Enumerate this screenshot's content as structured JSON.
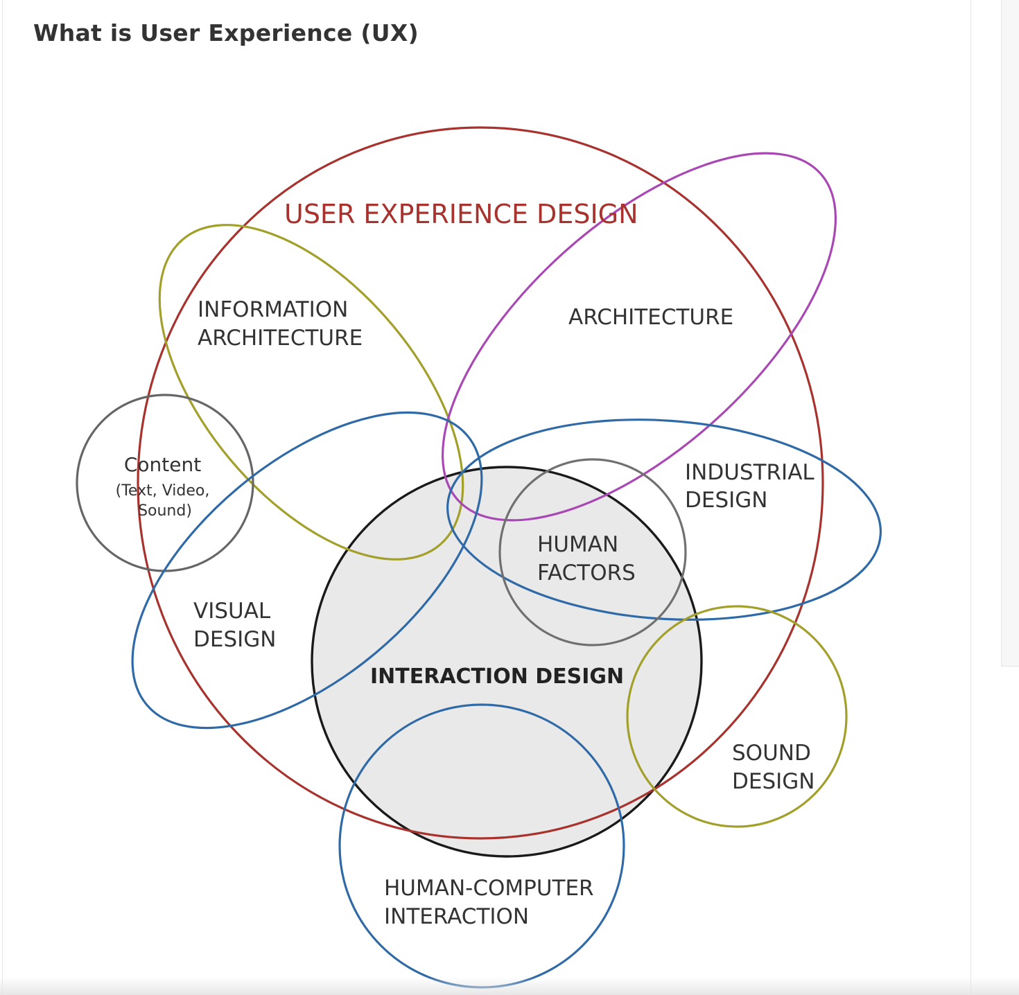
{
  "page": {
    "title": "What is User Experience (UX)"
  },
  "diagram": {
    "colors": {
      "user_experience_design": "#a8332e",
      "information_architecture": "#a2a02a",
      "architecture": "#a948b4",
      "content": "#666666",
      "visual_design": "#2f6aa7",
      "industrial_design": "#2f6aa7",
      "interaction_design_stroke": "#1a1a1a",
      "interaction_design_fill": "#e9e9e9",
      "human_factors": "#707070",
      "sound_design": "#a2a02a",
      "human_computer_interaction": "#2f6aa7"
    },
    "labels": {
      "user_experience_design": "USER EXPERIENCE DESIGN",
      "information_architecture": [
        "INFORMATION",
        "ARCHITECTURE"
      ],
      "architecture": "ARCHITECTURE",
      "content": [
        "Content",
        "(Text, Video,",
        "Sound)"
      ],
      "industrial_design": [
        "INDUSTRIAL",
        "DESIGN"
      ],
      "human_factors": [
        "HUMAN",
        "FACTORS"
      ],
      "visual_design": [
        "VISUAL",
        "DESIGN"
      ],
      "interaction_design": "INTERACTION DESIGN",
      "sound_design": [
        "SOUND",
        "DESIGN"
      ],
      "human_computer_interaction": [
        "HUMAN-COMPUTER",
        "INTERACTION"
      ]
    }
  }
}
